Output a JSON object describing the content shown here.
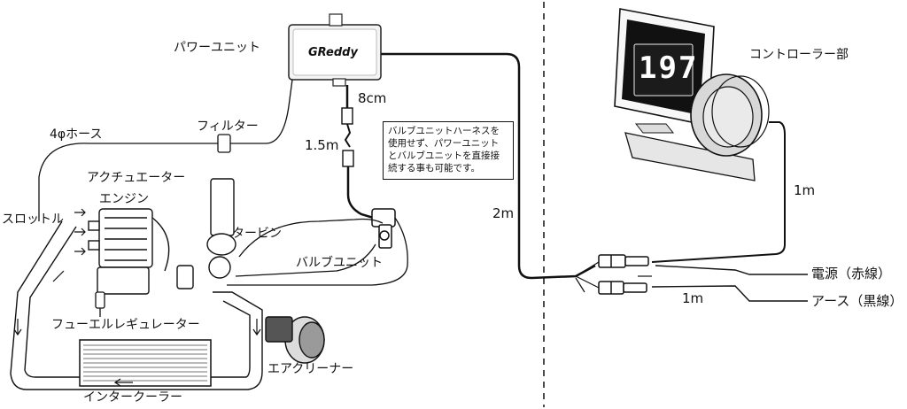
{
  "brand": "GReddy",
  "screen_value": "197",
  "labels": {
    "power_unit": "パワーユニット",
    "controller": "コントローラー部",
    "hose": "4φホース",
    "filter": "フィルター",
    "actuator": "アクチュエーター",
    "engine": "エンジン",
    "throttle": "スロットル",
    "turbine": "タービン",
    "valve_unit": "バルブユニット",
    "fuel_regulator": "フューエルレギュレーター",
    "air_cleaner": "エアクリーナー",
    "intercooler": "インタークーラー",
    "len_8cm": "8cm",
    "len_1_5m": "1.5m",
    "len_2m": "2m",
    "len_1m_controller": "1m",
    "len_1m_power": "1m",
    "power_red": "電源（赤線）",
    "ground_black": "アース（黒線）"
  },
  "note_lines": [
    "バルブユニットハーネスを",
    "使用せず、パワーユニット",
    "とバルブユニットを直接接",
    "続する事も可能です。"
  ]
}
